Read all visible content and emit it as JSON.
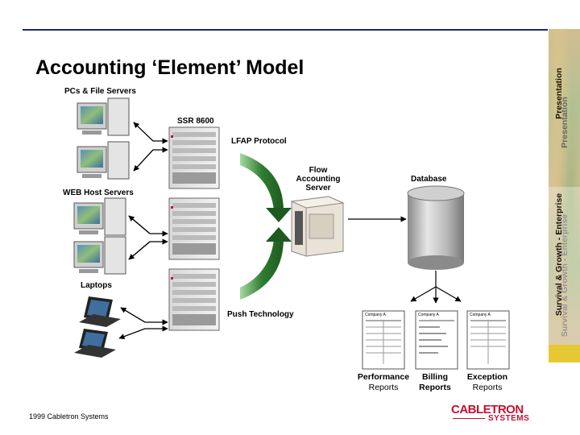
{
  "title": "Accounting ‘Element’ Model",
  "footer": "1999 Cabletron Systems",
  "sidebar": {
    "presentation": "Presentation",
    "category": "Survival & Growth - Enterprise"
  },
  "diagram": {
    "pcs_label": "PCs & File Servers",
    "web_label": "WEB Host Servers",
    "laptops_label": "Laptops",
    "ssr_label": "SSR 8600",
    "lfap_label": "LFAP Protocol",
    "push_label": "Push Technology",
    "flow_server_label": [
      "Flow",
      "Accounting",
      "Server"
    ],
    "database_label": "Database",
    "reports": [
      {
        "main": "Performance",
        "sub": "Reports",
        "header": "Company A"
      },
      {
        "main": "Billing",
        "sub": "Reports",
        "header": "Company A"
      },
      {
        "main": "Exception",
        "sub": "Reports",
        "header": "Company A"
      }
    ]
  },
  "logo": {
    "top": "CABLETRON",
    "bottom": "SYSTEMS"
  },
  "colors": {
    "title_rule": "#1a2a6e",
    "arrow_green": "#2f7d32",
    "logo_red": "#c8102e",
    "sidebar_accent": "#e6c832"
  }
}
